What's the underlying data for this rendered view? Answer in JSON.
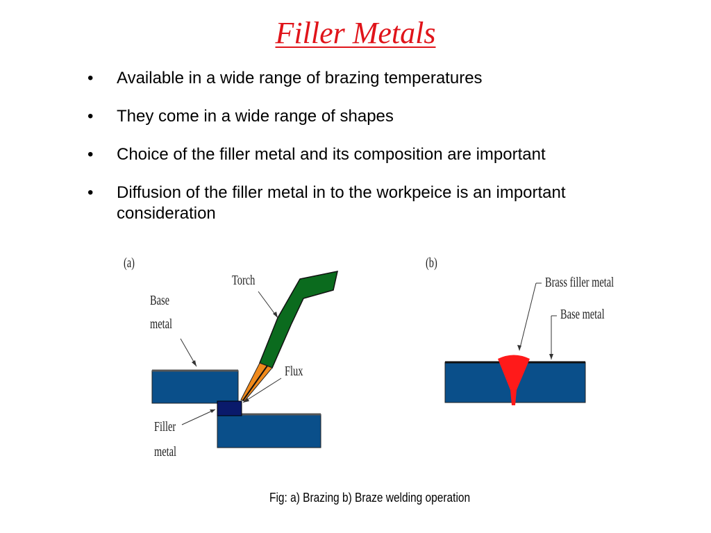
{
  "slide": {
    "title": "Filler Metals",
    "bullets": [
      "Available in a wide range of brazing temperatures",
      "They come in a wide range of shapes",
      "Choice of the filler metal and its composition are important",
      "Diffusion of the filler metal in to the workpeice is an important consideration"
    ],
    "bullet_marker": "•"
  },
  "figure_a": {
    "label": "(a)",
    "torch": "Torch",
    "base_metal_line1": "Base",
    "base_metal_line2": "metal",
    "flux": "Flux",
    "filler_metal_line1": "Filler",
    "filler_metal_line2": "metal"
  },
  "figure_b": {
    "label": "(b)",
    "brass_filler_metal": "Brass filler metal",
    "base_metal": "Base metal"
  },
  "caption": "Fig: a) Brazing b) Braze welding operation",
  "colors": {
    "title": "#e0141a",
    "plate": "#0a4f8a",
    "torch": "#0b6b1e",
    "filler_bead": "#ff1a1a",
    "filler_block": "#0a1a6b",
    "flame": "#f08a1c"
  }
}
